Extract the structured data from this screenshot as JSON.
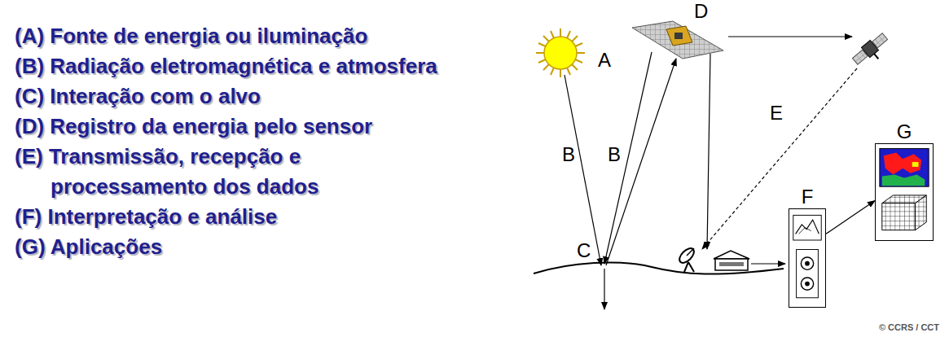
{
  "diagram": {
    "nodes": [
      {
        "text": [
          "F"
        ]
      },
      {
        "text": [
          "G"
        ]
      }
    ],
    "edges": [
      {
        "from": 0,
        "to": 1,
        "arrow": "to"
      }
    ],
    "labels": [
      "(A) Fonte de energia ou iluminação",
      "(B) Radiação eletromagnética e atmosfera",
      "(C) Interação com o alvo",
      "(D) Registro da energia pelo sensor",
      "(E) Transmissão, recepção e processamento dos dados",
      "(F) Interpretação e análise",
      "(G) Aplicações",
      "A",
      "B",
      "B",
      "C",
      "D",
      "E",
      "© CCRS / CCT"
    ]
  }
}
